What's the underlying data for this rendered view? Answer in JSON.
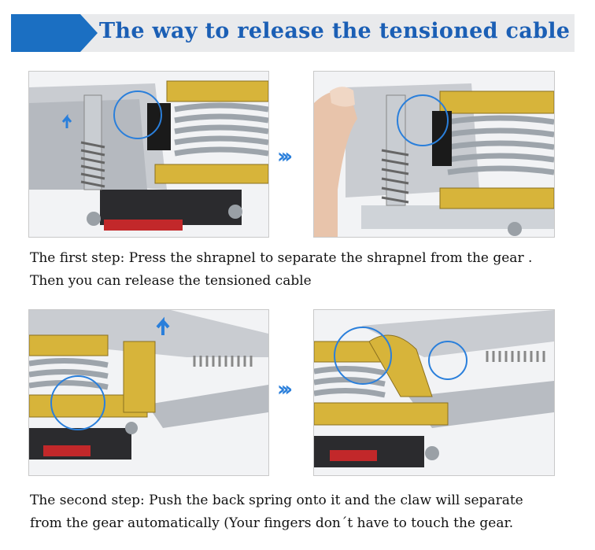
{
  "header": {
    "title": "The way to release the tensioned cable",
    "accent_color": "#1b6fc2"
  },
  "arrows": {
    "glyph": "›››",
    "icon": "triple-chevron-right-icon"
  },
  "steps": [
    {
      "line1": "The first step: Press the shrapnel to separate the shrapnel from the gear .",
      "line2": "Then you can release the tensioned cable"
    },
    {
      "line1": "The second step: Push the back spring onto it and the claw will separate",
      "line2": "from the gear automatically (Your fingers don´t have to touch the gear."
    }
  ],
  "photos": [
    {
      "name": "winch-pawl-before",
      "highlight_color": "#2a7fdb"
    },
    {
      "name": "winch-pawl-pressed",
      "highlight_color": "#2a7fdb"
    },
    {
      "name": "winch-spring-before",
      "highlight_color": "#2a7fdb"
    },
    {
      "name": "winch-claw-released",
      "highlight_color": "#2a7fdb"
    }
  ]
}
